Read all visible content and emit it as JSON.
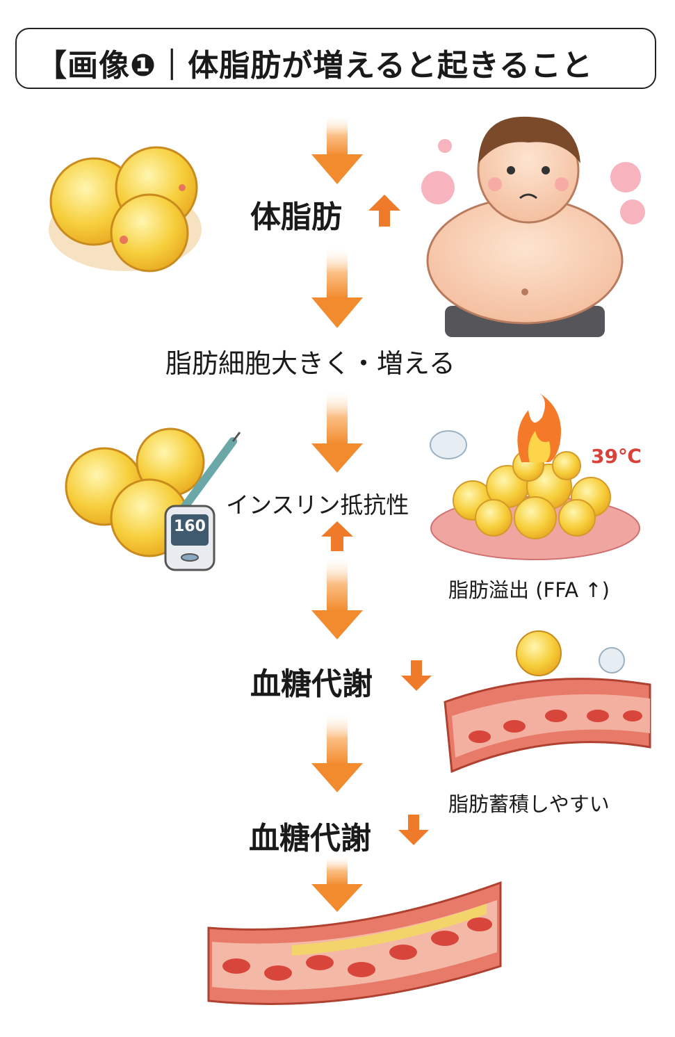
{
  "title": "【画像❶｜体脂肪が増えると起きること",
  "flow": {
    "step1": "体脂肪",
    "step2": "脂肪細胞大きく・増える",
    "step3": "インスリン抵抗性",
    "step4": "血糖代謝",
    "step5": "血糖代謝"
  },
  "side_notes": {
    "fat_overflow": "脂肪溢出 (FFA ↑)",
    "fat_accumulation": "脂肪蓄積しやすい"
  },
  "illustrations": {
    "temperature": "39℃",
    "glucose_meter_value": "160"
  },
  "colors": {
    "arrow": "#f28a2e",
    "arrow_light": "#fde2c6",
    "fat": "#f7cf3c",
    "blood": "#d8453a"
  }
}
